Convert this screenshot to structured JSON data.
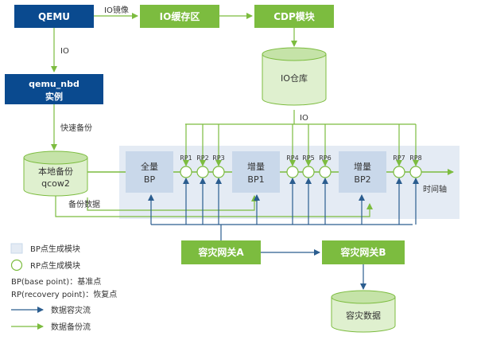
{
  "colors": {
    "blue": "#0a4a8f",
    "green": "#7cbc3f",
    "green_light": "#dff0cf",
    "timeline_bg": "#e4ebf4",
    "bp_box": "#c9d8ea",
    "line_blue": "#2b5d8f",
    "text_dark": "#333333"
  },
  "nodes": {
    "qemu": "QEMU",
    "io_cache": "IO缓存区",
    "cdp_module": "CDP模块",
    "io_warehouse": "IO仓库",
    "qemu_nbd_line1": "qemu_nbd",
    "qemu_nbd_line2": "实例",
    "local_backup_line1": "本地备份",
    "local_backup_line2": "qcow2",
    "full_bp_line1": "全量",
    "full_bp_line2": "BP",
    "inc_bp1_line1": "增量",
    "inc_bp1_line2": "BP1",
    "inc_bp2_line1": "增量",
    "inc_bp2_line2": "BP2",
    "gateway_a": "容灾网关A",
    "gateway_b": "容灾网关B",
    "dr_data": "容灾数据"
  },
  "edge_labels": {
    "io_mirror": "IO镜像",
    "io_left": "IO",
    "io_right": "IO",
    "fast_backup": "快速备份",
    "backup_data": "备份数据",
    "timeline": "时间轴"
  },
  "rp_labels": [
    "RP1",
    "RP2",
    "RP3",
    "RP4",
    "RP5",
    "RP6",
    "RP7",
    "RP8"
  ],
  "legend": {
    "bp_module": "BP点生成模块",
    "rp_module": "RP点生成模块",
    "bp_def": "BP(base point)：基准点",
    "rp_def": "RP(recovery point)：恢复点",
    "dr_flow": "数据容灾流",
    "backup_flow": "数据备份流"
  }
}
